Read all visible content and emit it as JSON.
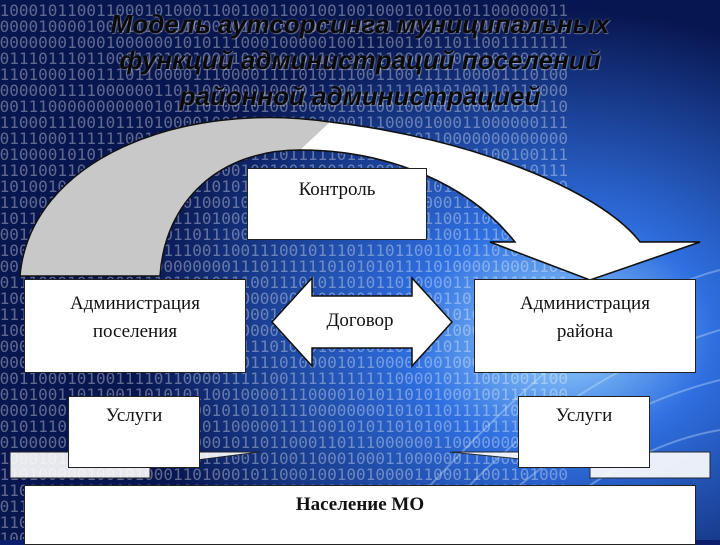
{
  "title": {
    "line1": "Модель аутсорсинга муниципальных",
    "line2": "функций администраций поселений",
    "line3": "районной администрацией"
  },
  "nodes": {
    "control": "Контроль",
    "settlement_admin": {
      "line1": "Администрация",
      "line2": "поселения"
    },
    "district_admin": {
      "line1": "Администрация",
      "line2": "района"
    },
    "agreement": "Договор",
    "services_left": "Услуги",
    "services_right": "Услуги",
    "population": "Население МО"
  },
  "colors": {
    "background": "#0b1f6e",
    "arrow_fill": "#c8c8c8",
    "box_fill": "#ffffff"
  }
}
